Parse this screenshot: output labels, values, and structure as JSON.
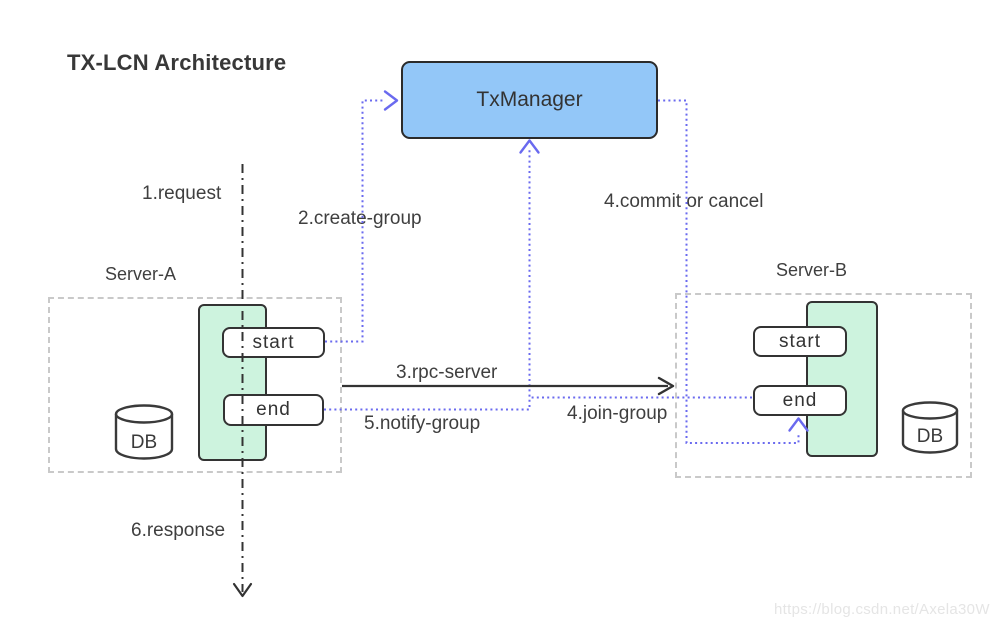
{
  "title": "TX-LCN Architecture",
  "watermark": "https://blog.csdn.net/Axela30W",
  "colors": {
    "txmanager_fill": "#93C7F8",
    "unit_fill": "#CDF3DE",
    "edge_blue": "#6A6AEF",
    "edge_dark": "#333333",
    "container_border": "#C9C9C9",
    "watermark_text": "#E5E5E5"
  },
  "txmanager": {
    "label": "TxManager"
  },
  "server_a": {
    "label": "Server-A",
    "start_label": "start",
    "end_label": "end",
    "db_label": "DB"
  },
  "server_b": {
    "label": "Server-B",
    "start_label": "start",
    "end_label": "end",
    "db_label": "DB"
  },
  "edges": {
    "request": {
      "label": "1.request",
      "style": "dash-dot",
      "from": "client",
      "to": "server-a"
    },
    "create_group": {
      "label": "2.create-group",
      "style": "dotted",
      "from": "server-a-start",
      "to": "txmanager"
    },
    "rpc_server": {
      "label": "3.rpc-server",
      "style": "solid",
      "from": "server-a",
      "to": "server-b"
    },
    "commit_or_cancel": {
      "label": "4.commit or cancel",
      "style": "dotted",
      "from": "txmanager",
      "to": "server-b-end"
    },
    "join_group": {
      "label": "4.join-group",
      "style": "dotted",
      "from": "server-b-end",
      "to": "txmanager"
    },
    "notify_group": {
      "label": "5.notify-group",
      "style": "dotted",
      "from": "server-a-end",
      "to": "txmanager"
    },
    "response": {
      "label": "6.response",
      "style": "dash-dot",
      "from": "server-a",
      "to": "client"
    }
  }
}
